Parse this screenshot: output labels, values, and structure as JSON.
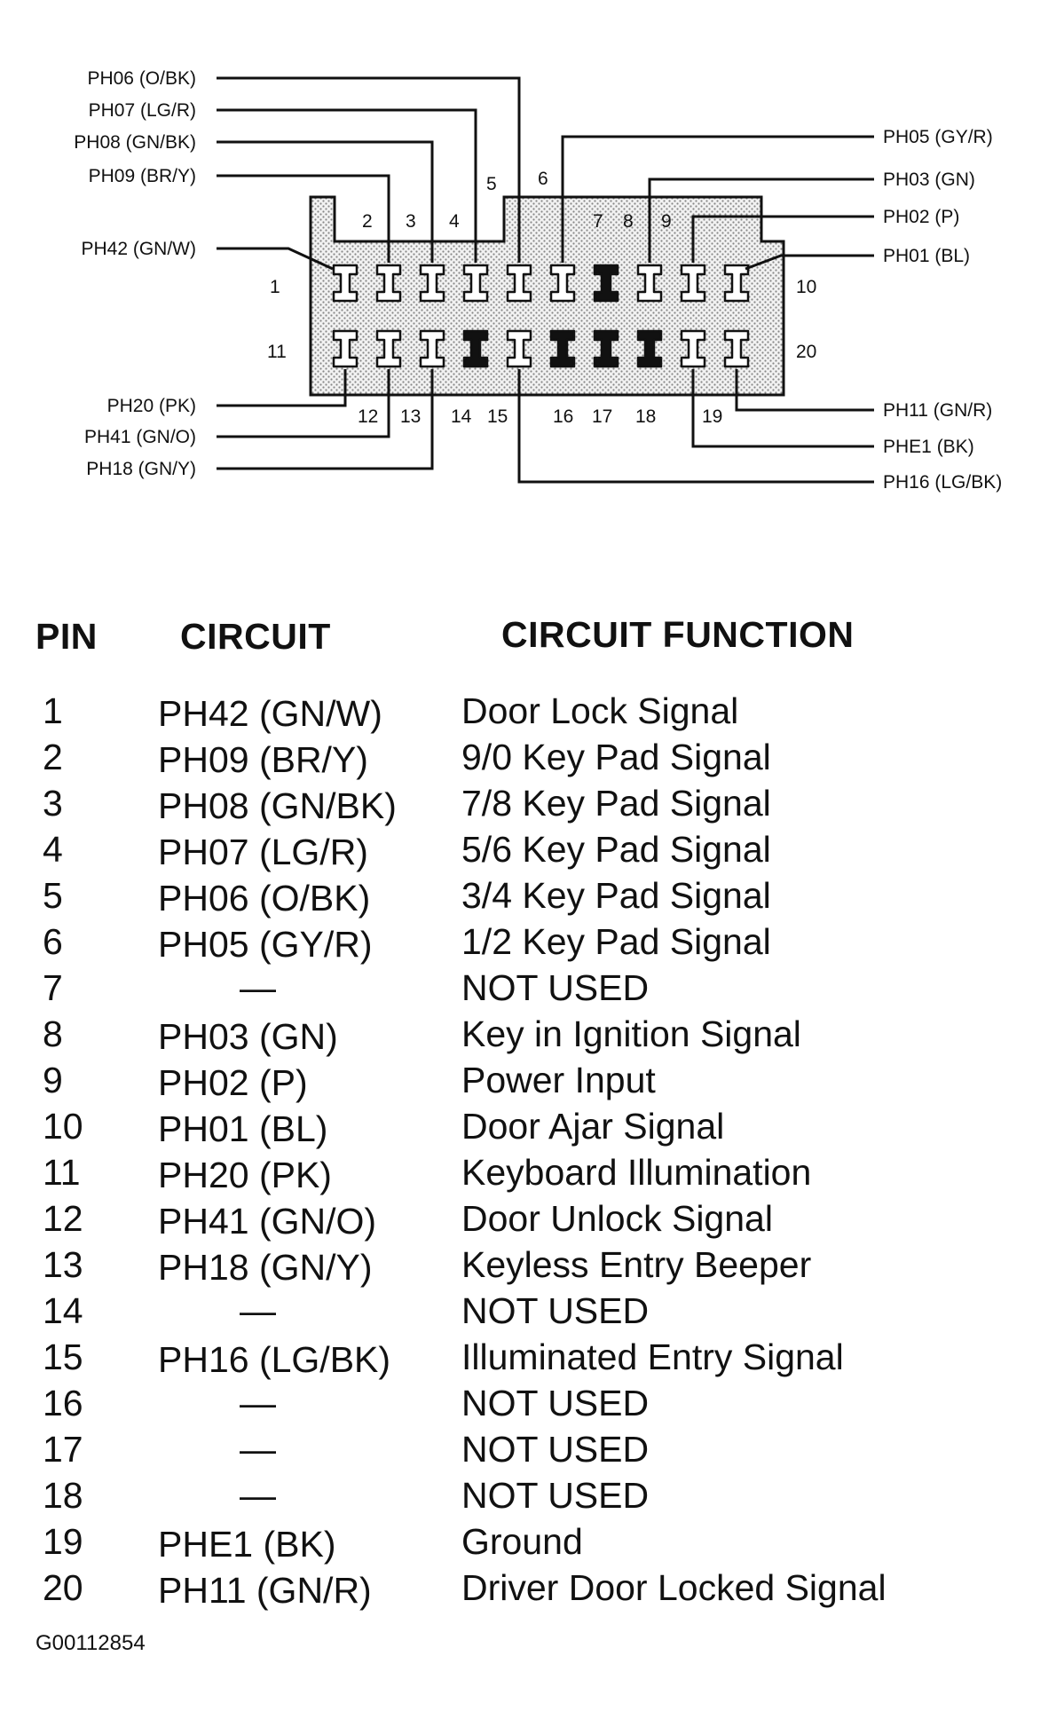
{
  "diagram": {
    "wire_labels_left": {
      "ph06": "PH06 (O/BK)",
      "ph07": "PH07 (LG/R)",
      "ph08": "PH08 (GN/BK)",
      "ph09": "PH09 (BR/Y)",
      "ph42": "PH42 (GN/W)",
      "ph20": "PH20 (PK)",
      "ph41": "PH41 (GN/O)",
      "ph18": "PH18 (GN/Y)"
    },
    "wire_labels_right": {
      "ph05": "PH05 (GY/R)",
      "ph03": "PH03 (GN)",
      "ph02": "PH02 (P)",
      "ph01": "PH01 (BL)",
      "ph11": "PH11 (GN/R)",
      "phe1": "PHE1 (BK)",
      "ph16": "PH16 (LG/BK)"
    },
    "pin_numbers": [
      "1",
      "2",
      "3",
      "4",
      "5",
      "6",
      "7",
      "8",
      "9",
      "10",
      "11",
      "12",
      "13",
      "14",
      "15",
      "16",
      "17",
      "18",
      "19",
      "20"
    ],
    "unused_pins": [
      7,
      14,
      16,
      17,
      18
    ]
  },
  "table": {
    "headers": {
      "pin": "PIN",
      "circuit": "CIRCUIT",
      "function": "CIRCUIT FUNCTION"
    },
    "rows": [
      {
        "pin": "1",
        "circuit": "PH42 (GN/W)",
        "function": "Door Lock Signal"
      },
      {
        "pin": "2",
        "circuit": "PH09 (BR/Y)",
        "function": "9/0 Key Pad Signal"
      },
      {
        "pin": "3",
        "circuit": "PH08 (GN/BK)",
        "function": "7/8 Key Pad Signal"
      },
      {
        "pin": "4",
        "circuit": "PH07 (LG/R)",
        "function": "5/6 Key Pad Signal"
      },
      {
        "pin": "5",
        "circuit": "PH06 (O/BK)",
        "function": "3/4 Key Pad Signal"
      },
      {
        "pin": "6",
        "circuit": "PH05 (GY/R)",
        "function": "1/2 Key Pad Signal"
      },
      {
        "pin": "7",
        "circuit": "—",
        "function": "NOT USED"
      },
      {
        "pin": "8",
        "circuit": "PH03 (GN)",
        "function": "Key in Ignition Signal"
      },
      {
        "pin": "9",
        "circuit": "PH02 (P)",
        "function": "Power Input"
      },
      {
        "pin": "10",
        "circuit": "PH01 (BL)",
        "function": "Door Ajar Signal"
      },
      {
        "pin": "11",
        "circuit": "PH20 (PK)",
        "function": "Keyboard Illumination"
      },
      {
        "pin": "12",
        "circuit": "PH41 (GN/O)",
        "function": "Door Unlock Signal"
      },
      {
        "pin": "13",
        "circuit": "PH18 (GN/Y)",
        "function": "Keyless Entry Beeper"
      },
      {
        "pin": "14",
        "circuit": "—",
        "function": "NOT USED"
      },
      {
        "pin": "15",
        "circuit": "PH16 (LG/BK)",
        "function": "Illuminated Entry Signal"
      },
      {
        "pin": "16",
        "circuit": "—",
        "function": "NOT USED"
      },
      {
        "pin": "17",
        "circuit": "—",
        "function": "NOT USED"
      },
      {
        "pin": "18",
        "circuit": "—",
        "function": "NOT USED"
      },
      {
        "pin": "19",
        "circuit": "PHE1 (BK)",
        "function": "Ground"
      },
      {
        "pin": "20",
        "circuit": "PH11 (GN/R)",
        "function": "Driver Door Locked Signal"
      }
    ]
  },
  "figure_code": "G00112854"
}
